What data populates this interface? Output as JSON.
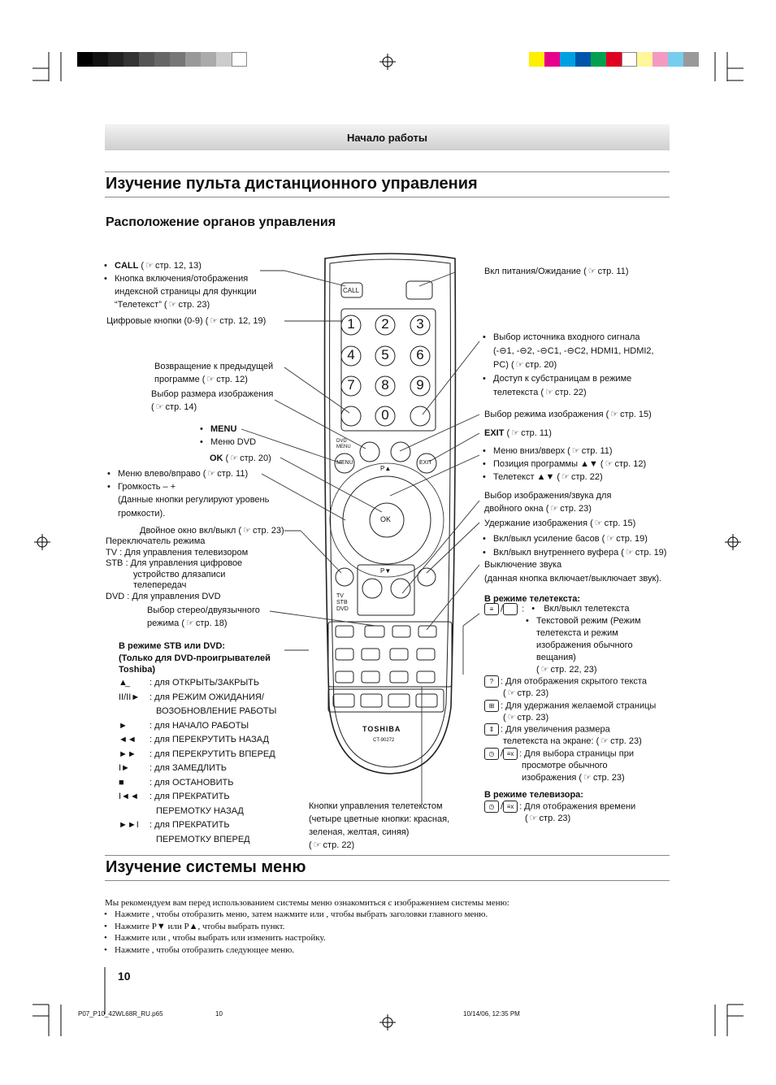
{
  "header": {
    "band": "Начало работы",
    "title": "Изучение пульта дистанционного управления",
    "subtitle": "Расположение органов управления"
  },
  "colors": {
    "gray_bars": [
      "#000000",
      "#111111",
      "#222222",
      "#333333",
      "#555555",
      "#666666",
      "#777777",
      "#999999",
      "#aaaaaa",
      "#cccccc",
      "#ffffff"
    ],
    "color_bars": [
      "#ffee00",
      "#e8008a",
      "#00a0e0",
      "#0055aa",
      "#00a050",
      "#e00020",
      "#ffffff",
      "#fff799",
      "#f49ac1",
      "#77cdee",
      "#999999"
    ]
  },
  "left": {
    "call_1": "CALL",
    "call_1b": "стр. 12, 13)",
    "call_2": "Кнопка включения/отображения",
    "call_3": "индексной страницы для функции",
    "call_4": "“Телетекст” (",
    "call_4b": "стр. 23)",
    "digits": "Цифровые кнопки (0-9) (",
    "digits_b": "стр. 12, 19)",
    "prev_1": "Возвращение к предыдущей",
    "prev_2": "программе (",
    "prev_2b": "стр. 12)",
    "size_1": "Выбор размера изображения",
    "size_2b": "стр. 14)",
    "menu_1": "MENU",
    "menu_2": "Меню DVD",
    "ok_1": "OK",
    "ok_1b": "стр. 20)",
    "lr_1": "Меню влево/вправо (",
    "lr_1b": "стр. 11)",
    "lr_2": "Громкость – +",
    "lr_3": "(Данные кнопки регулируют уровень",
    "lr_4": "громкости).",
    "dual_1": "Двойное окно вкл/выкл (",
    "dual_1b": "стр. 23)",
    "mode_1": "Переключатель режима",
    "mode_tv": "TV :   Для управления телевизором",
    "mode_stb1": "STB :  Для управления цифровое",
    "mode_stb2": "устройство длязаписи",
    "mode_stb3": "телепередач",
    "mode_dvd": "DVD : Для управления DVD",
    "stereo_1": "Выбор стерео/двуязычного",
    "stereo_2": "режима (",
    "stereo_2b": "стр. 18)",
    "stb_h1": "В режиме STB или DVD:",
    "stb_h2": "(Только для DVD-проигрывателей",
    "stb_h3": "Toshiba)",
    "stb_rows": [
      {
        "sym": "▲̲",
        "text": ": для ОТКРЫТЬ/ЗАКРЫТЬ"
      },
      {
        "sym": "II/II►",
        "text": ": для РЕЖИМ ОЖИДАНИЯ/"
      },
      {
        "sym": "",
        "text": "ВОЗОБНОВЛЕНИЕ РАБОТЫ"
      },
      {
        "sym": "►",
        "text": ": для НАЧАЛО РАБОТЫ"
      },
      {
        "sym": "◄◄",
        "text": ": для ПЕРЕКРУТИТЬ НАЗАД"
      },
      {
        "sym": "►►",
        "text": ": для ПЕРЕКРУТИТЬ ВПЕРЕД"
      },
      {
        "sym": "I►",
        "text": ": для ЗАМЕДЛИТЬ"
      },
      {
        "sym": "■",
        "text": ": для ОСТАНОВИТЬ"
      },
      {
        "sym": "I◄◄",
        "text": ": для ПРЕКРАТИТЬ"
      },
      {
        "sym": "",
        "text": "ПЕРЕМОТКУ НАЗАД"
      },
      {
        "sym": "►►I",
        "text": ": для ПРЕКРАТИТЬ"
      },
      {
        "sym": "",
        "text": "ПЕРЕМОТКУ ВПЕРЕД"
      }
    ]
  },
  "right": {
    "power": "Вкл питания/Ожидание (",
    "power_b": "стр. 11)",
    "src_1": "Выбор источника входного сигнала",
    "src_2": "(-⊖1, -⊖2, -⊖C1, -⊖C2, HDMI1, HDMI2,",
    "src_3": "PC) (",
    "src_3b": "стр. 20)",
    "src_4": "Доступ к субстраницам в режиме",
    "src_5": "телетекста (",
    "src_5b": "стр. 22)",
    "pic": "Выбор режима изображения (",
    "pic_b": "стр. 15)",
    "exit": "EXIT",
    "exit_b": "стр. 11)",
    "ud_1": "Меню вниз/вверх (",
    "ud_1b": "стр. 11)",
    "ud_2": "Позиция программы ▲▼  (",
    "ud_2b": "стр. 12)",
    "ud_3": "Телетекст ▲▼ (",
    "ud_3b": "стр. 22)",
    "dw_1": "Выбор изображения/звука для",
    "dw_2": "двойного окна (",
    "dw_2b": "стр. 23)",
    "hold": "Удержание изображения (",
    "hold_b": "стр. 15)",
    "bass_1": "Вкл/выкл усиление басов (",
    "bass_1b": "стр. 19)",
    "bass_2": "Вкл/выкл внутреннего вуфера (",
    "bass_2b": "стр. 19)",
    "mute_1": "Выключение звука",
    "mute_2": "(данная кнопка включает/выключает звук).",
    "tt_h": "В режиме телетекста:",
    "tt_1": "Вкл/выкл телетекста",
    "tt_2": "Текстовой режим (Режим",
    "tt_3": "телетекста и режим",
    "tt_4": "изображения обычного",
    "tt_5": "вещания)",
    "tt_6b": "стр. 22, 23)",
    "hid_1": ": Для отображения скрытого текста",
    "hid_2b": "стр. 23)",
    "hold2_1": ": Для удержания желаемой страницы",
    "hold2_2b": "стр. 23)",
    "zoom_1": ": Для увеличения размера",
    "zoom_2": "телетекста на экране: (",
    "zoom_2b": "стр. 23)",
    "pg_1": ": Для выбора страницы при",
    "pg_2": "просмотре обычного",
    "pg_3": "изображения (",
    "pg_3b": "стр. 23)",
    "tv_h": "В режиме телевизора:",
    "time_1": ": Для отображения времени",
    "time_2b": "стр. 23)"
  },
  "bottom_callout": {
    "l1": "Кнопки управления телетекстом",
    "l2": "(четыре цветные кнопки: красная,",
    "l3": "зеленая, желтая, синяя)",
    "l4b": "стр. 22)"
  },
  "remote": {
    "call": "CALL",
    "digits": [
      "1",
      "2",
      "3",
      "4",
      "5",
      "6",
      "7",
      "8",
      "9",
      "0"
    ],
    "dvd_menu": "DVD MENU",
    "menu": "MENU",
    "exit": "EXIT",
    "p_up": "P▲",
    "p_down": "P▼",
    "ok": "OK",
    "mode_tv": "TV",
    "mode_stb": "STB",
    "mode_dvd": "DVD",
    "brand": "TOSHIBA",
    "model": "CT-90272"
  },
  "menu_section": {
    "title": "Изучение системы меню",
    "intro": "Мы рекомендуем вам перед использованием системы меню ознакомиться с изображением системы меню:",
    "b1": "Нажмите      , чтобы отобразить меню, затем нажмите     или     , чтобы выбрать заголовки главного меню.",
    "b2": "Нажмите P▼ или P▲, чтобы выбрать пункт.",
    "b3": "Нажмите     или     , чтобы выбрать или изменить настройку.",
    "b4": "Нажмите      , чтобы отобразить следующее меню."
  },
  "footer": {
    "page": "10",
    "file": "P07_P10_42WL68R_RU.p65",
    "num": "10",
    "date": "10/14/06, 12:35 PM"
  }
}
